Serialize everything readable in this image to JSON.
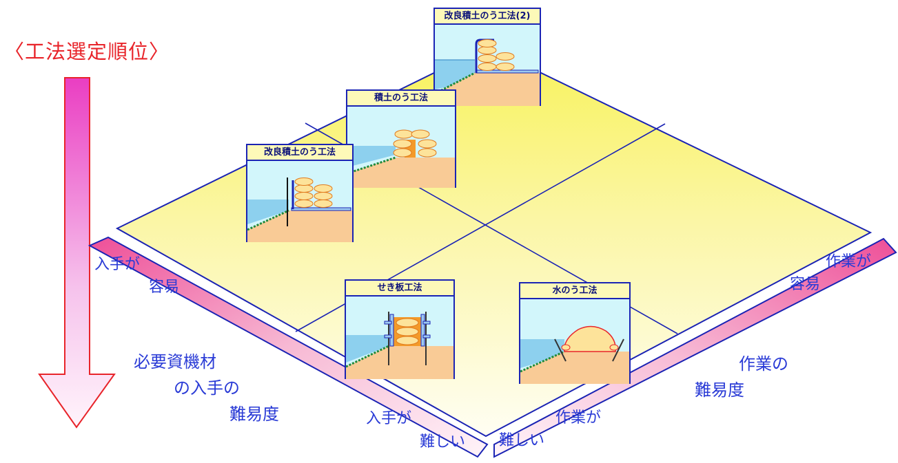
{
  "ranking": {
    "title": "〈工法選定順位〉"
  },
  "axes": {
    "materials": {
      "title_lines": [
        "必要資機材",
        "の入手の",
        "難易度"
      ],
      "easy_lines": [
        "入手が",
        "容易"
      ],
      "hard_lines": [
        "入手が",
        "難しい"
      ]
    },
    "work": {
      "title_lines": [
        "作業の",
        "難易度"
      ],
      "easy_lines": [
        "作業が",
        "容易"
      ],
      "hard_lines": [
        "作業が",
        "難しい"
      ]
    }
  },
  "methods": [
    {
      "label": "改良積土のう工法(2)"
    },
    {
      "label": "積土のう工法"
    },
    {
      "label": "改良積土のう工法"
    },
    {
      "label": "せき板工法"
    },
    {
      "label": "水のう工法"
    }
  ],
  "colors": {
    "line": "#1a23b4",
    "text": "#2a3bd6",
    "title": "#e8242a",
    "band": "#ee5c9e",
    "field": "#fbf7a8",
    "sky": "#d2f6fb",
    "water": "#8dd0ee",
    "soil": "#f9cb96",
    "sandbag": "#fde39a",
    "grass": "#1f8a3c"
  }
}
